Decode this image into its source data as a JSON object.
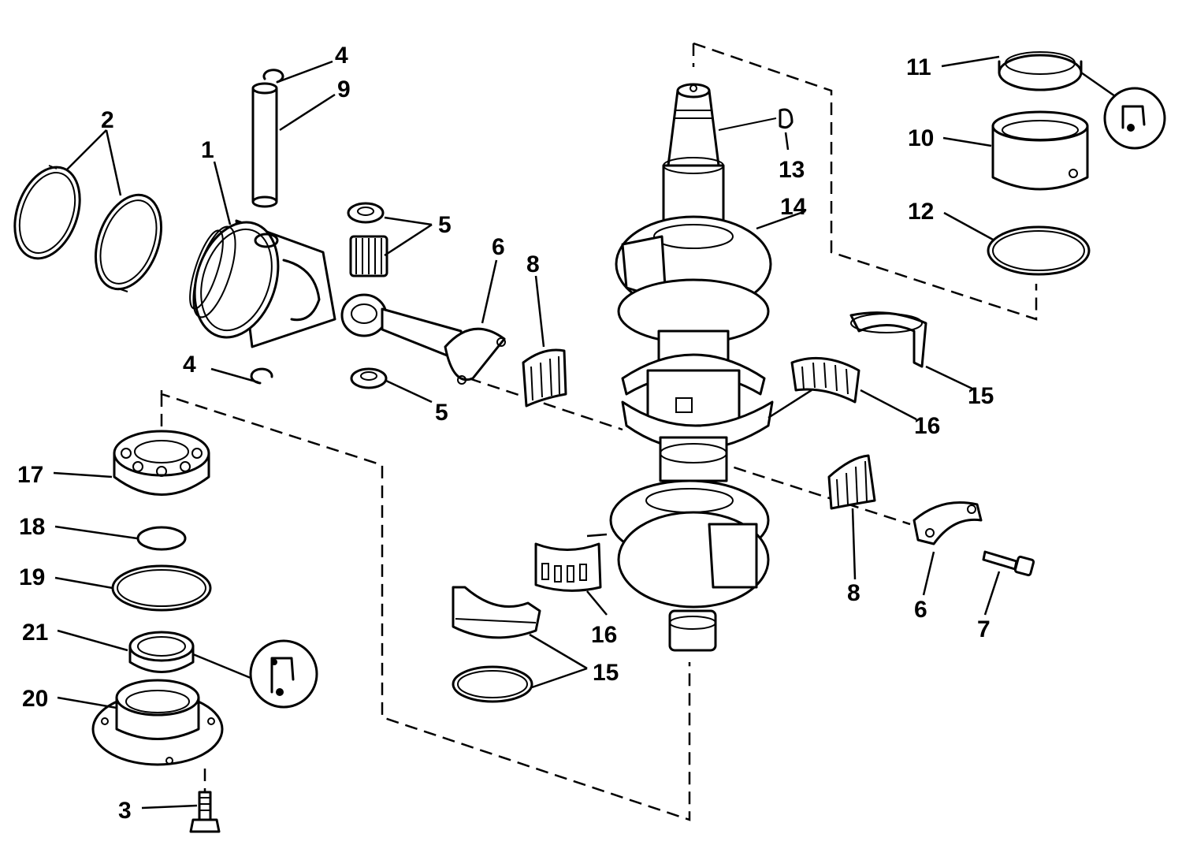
{
  "callouts": {
    "c1": "1",
    "c2": "2",
    "c3": "3",
    "c4a": "4",
    "c4b": "4",
    "c5a": "5",
    "c5b": "5",
    "c6a": "6",
    "c6b": "6",
    "c7": "7",
    "c8a": "8",
    "c8b": "8",
    "c9": "9",
    "c10": "10",
    "c11": "11",
    "c12": "12",
    "c13": "13",
    "c14": "14",
    "c15a": "15",
    "c15b": "15",
    "c16a": "16",
    "c16b": "16",
    "c17": "17",
    "c18": "18",
    "c19": "19",
    "c20": "20",
    "c21": "21"
  },
  "colors": {
    "ink": "#000000",
    "paper": "#ffffff"
  }
}
